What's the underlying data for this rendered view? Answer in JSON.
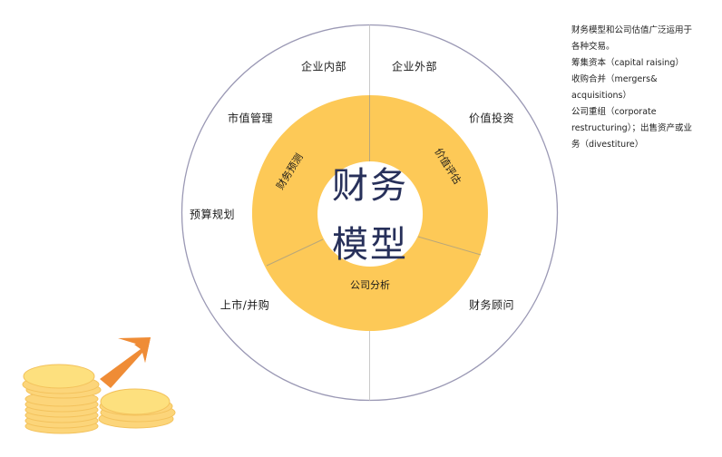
{
  "diagram": {
    "center_title": {
      "line1": "财务",
      "line2": "模型"
    },
    "inner_ring": {
      "color": "#fdc957",
      "segments": [
        {
          "label": "财务预测",
          "position": "upper-left"
        },
        {
          "label": "价值评估",
          "position": "upper-right"
        },
        {
          "label": "公司分析",
          "position": "bottom"
        }
      ]
    },
    "outer_ring": {
      "stroke_color": "#9a98b4",
      "labels": [
        {
          "label": "企业内部",
          "position": "top-left"
        },
        {
          "label": "企业外部",
          "position": "top-right"
        },
        {
          "label": "市值管理",
          "position": "upper-left"
        },
        {
          "label": "价值投资",
          "position": "upper-right"
        },
        {
          "label": "预算规划",
          "position": "left"
        },
        {
          "label": "上市/并购",
          "position": "lower-left"
        },
        {
          "label": "财务顾问",
          "position": "lower-right"
        }
      ]
    }
  },
  "side_notes": {
    "lines": [
      "财务模型和公司估值广泛运用于",
      "各种交易。",
      "筹集资本（capital raising）",
      "收购合并（mergers&",
      "acquisitions）",
      "公司重组（corporate",
      "restructuring）；出售资产或业",
      "务（divestiture）"
    ]
  },
  "illustration": {
    "icon": "coins-growth-arrow-icon",
    "coin_color": "#fcd97a",
    "coin_edge_color": "#f5c15a",
    "arrow_color": "#ef8c36"
  }
}
